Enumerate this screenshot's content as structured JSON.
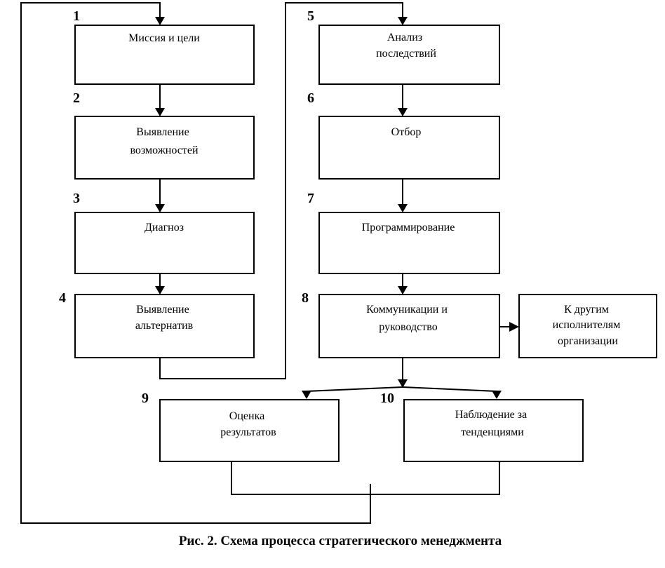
{
  "steps": [
    {
      "num": "1",
      "lines": [
        "Миссия и цели"
      ]
    },
    {
      "num": "2",
      "lines": [
        "Выявление",
        "возможностей"
      ]
    },
    {
      "num": "3",
      "lines": [
        "Диагноз"
      ]
    },
    {
      "num": "4",
      "lines": [
        "Выявление",
        "альтернатив"
      ]
    },
    {
      "num": "5",
      "lines": [
        "Анализ",
        "последствий"
      ]
    },
    {
      "num": "6",
      "lines": [
        "Отбор"
      ]
    },
    {
      "num": "7",
      "lines": [
        "Программирование"
      ]
    },
    {
      "num": "8",
      "lines": [
        "Коммуникации и",
        "руководство"
      ]
    },
    {
      "num": "9",
      "lines": [
        "Оценка",
        "результатов"
      ]
    },
    {
      "num": "10",
      "lines": [
        "Наблюдение за",
        "тенденциями"
      ]
    }
  ],
  "side_box": {
    "lines": [
      "К другим",
      "исполнителям",
      "организации"
    ]
  },
  "caption": "Рис. 2. Схема процесса стратегического менеджмента"
}
